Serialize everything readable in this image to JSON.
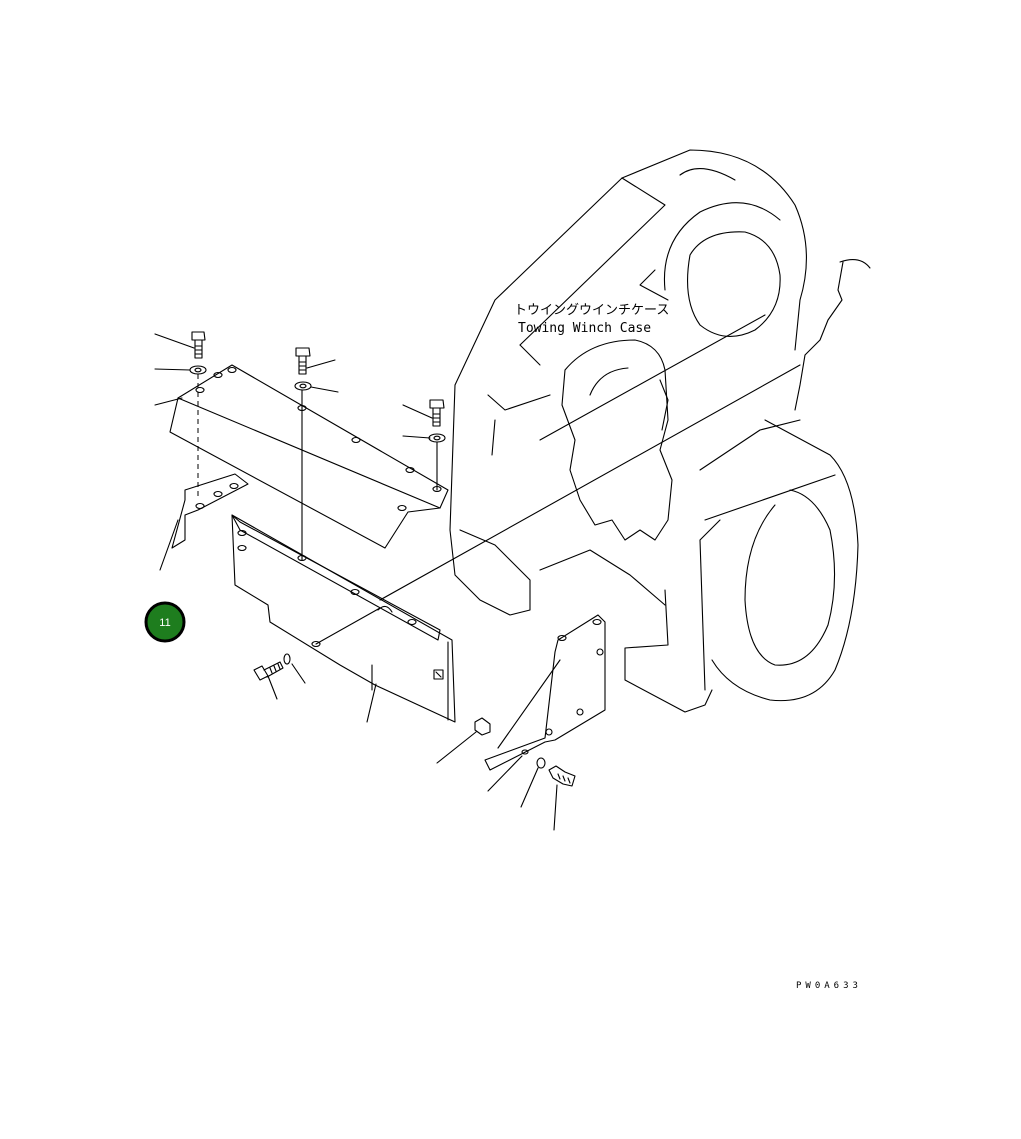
{
  "diagram": {
    "label_japanese": "トウイングウインチケース",
    "label_english": "Towing Winch Case",
    "drawing_code": "PW0A633",
    "callout": {
      "number": "11",
      "fill_color": "#1e7d1e",
      "ring_color": "#000000"
    }
  }
}
